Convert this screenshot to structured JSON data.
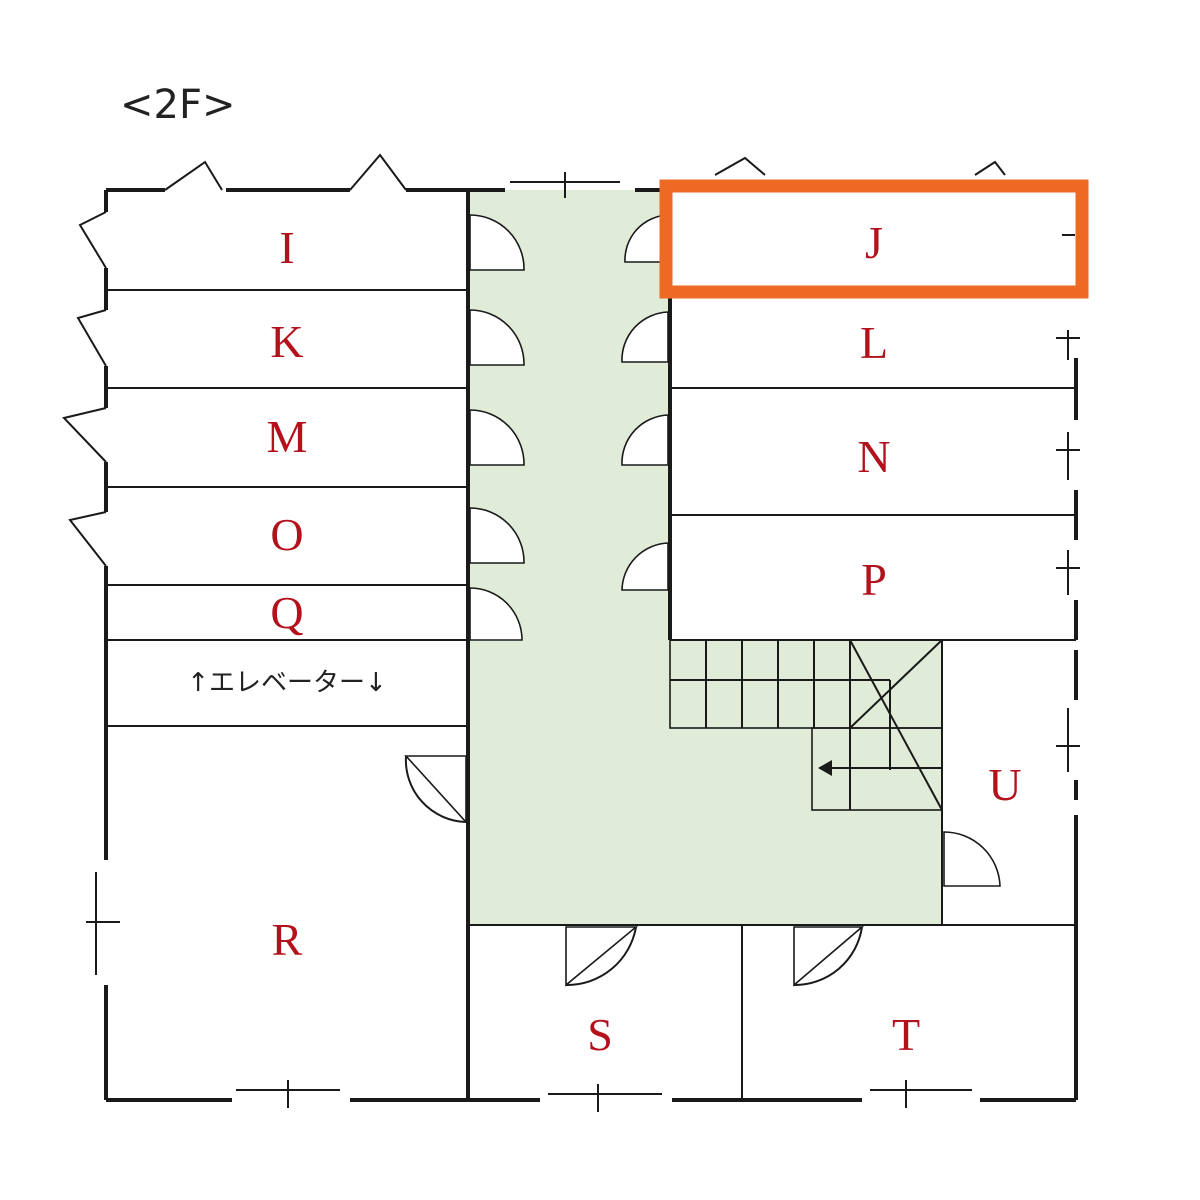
{
  "floor_label": "<2F>",
  "elevator_label": "↑エレベーター↓",
  "rooms": {
    "I": "I",
    "K": "K",
    "M": "M",
    "O": "O",
    "Q": "Q",
    "R": "R",
    "J": "J",
    "L": "L",
    "N": "N",
    "P": "P",
    "U": "U",
    "S": "S",
    "T": "T"
  },
  "highlighted_room": "J",
  "colors": {
    "wall": "#1a1a1a",
    "label": "#b3121c",
    "corridor": "#e0ecd8",
    "highlight": "#ee6a24"
  }
}
